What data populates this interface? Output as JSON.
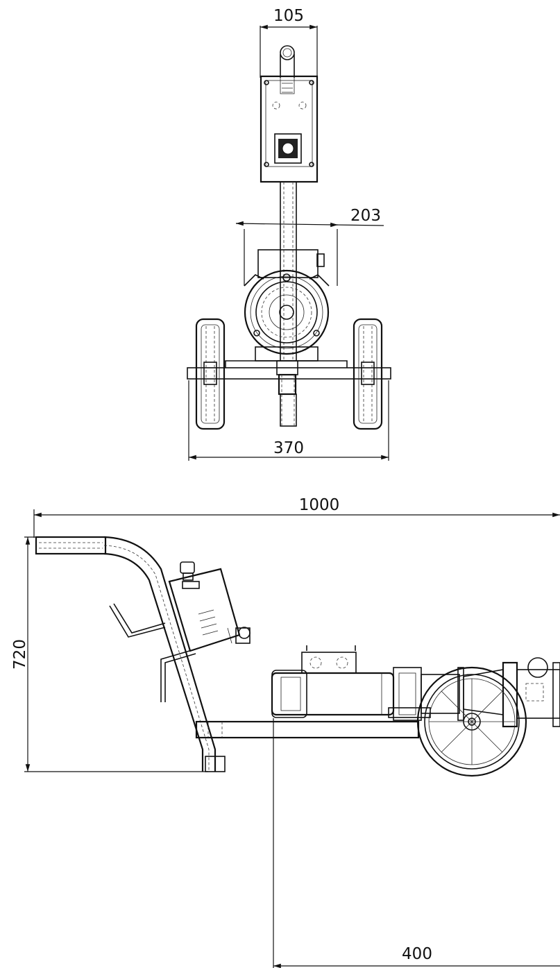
{
  "dimensions": {
    "handle_width": "105",
    "motor_width": "203",
    "track_width": "370",
    "overall_length": "1000",
    "overall_height": "720",
    "axle_offset": "400"
  },
  "colors": {
    "line": "#111111",
    "background": "#ffffff"
  }
}
